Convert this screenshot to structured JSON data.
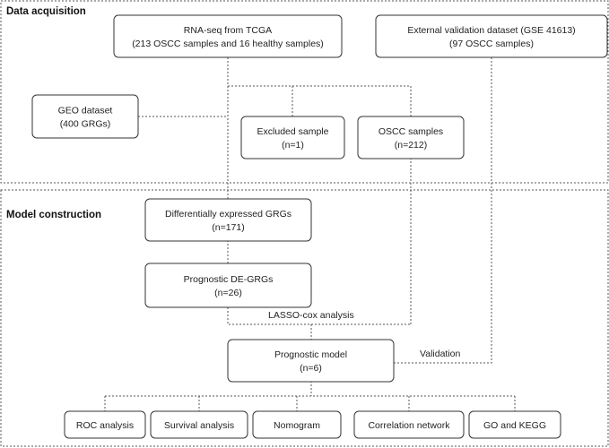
{
  "sections": {
    "data_acquisition": "Data acquisition",
    "model_construction": "Model construction"
  },
  "nodes": {
    "rnaseq": [
      "RNA-seq from TCGA",
      "(213 OSCC samples and 16 healthy samples)"
    ],
    "external": [
      "External validation dataset (GSE 41613)",
      "(97 OSCC samples)"
    ],
    "geo": [
      "GEO dataset",
      "(400 GRGs)"
    ],
    "excluded": [
      "Excluded sample",
      "(n=1)"
    ],
    "oscc": [
      "OSCC samples",
      "(n=212)"
    ],
    "degrgs": [
      "Differentially expressed GRGs",
      "(n=171)"
    ],
    "prognostic_degrgs": [
      "Prognostic DE-GRGs",
      "(n=26)"
    ],
    "model": [
      "Prognostic model",
      "(n=6)"
    ],
    "roc": [
      "ROC analysis"
    ],
    "survival": [
      "Survival analysis"
    ],
    "nomogram": [
      "Nomogram"
    ],
    "correlation": [
      "Correlation network"
    ],
    "gokegg": [
      "GO and KEGG"
    ]
  },
  "edge_labels": {
    "lasso": "LASSO-cox analysis",
    "validation": "Validation"
  }
}
